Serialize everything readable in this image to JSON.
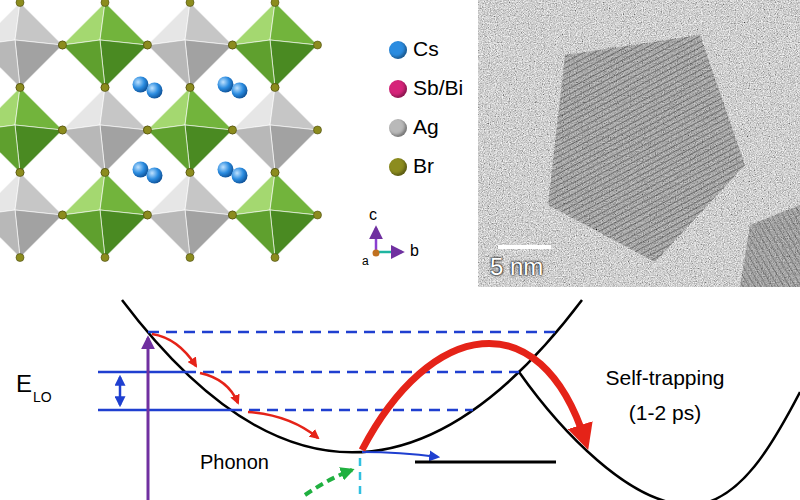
{
  "diagram": {
    "labels": [
      "c",
      "b",
      "a",
      "5 nm",
      "E",
      "LO",
      "Phonon",
      "Self-trapping (1-2 ps)"
    ],
    "legend": [
      {
        "text": "Cs",
        "color": "#2b8ce0"
      },
      {
        "text": "Sb/Bi",
        "color": "#d6247a"
      },
      {
        "text": "Ag",
        "color": "#b9b9b9"
      },
      {
        "text": "Br",
        "color": "#8c8c1e"
      }
    ]
  }
}
